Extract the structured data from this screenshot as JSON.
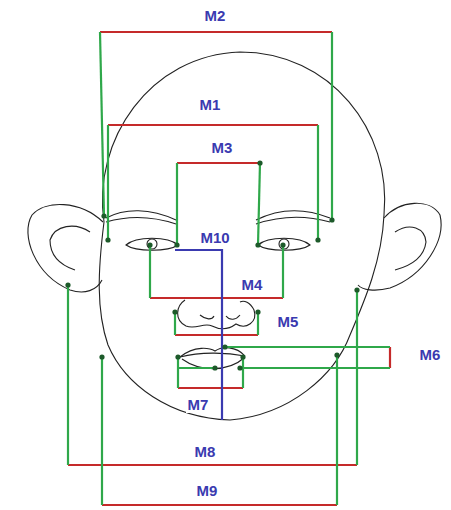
{
  "diagram": {
    "labels": [
      "M2",
      "M1",
      "M3",
      "M10",
      "M4",
      "M5",
      "M6",
      "M7",
      "M8",
      "M9"
    ]
  }
}
